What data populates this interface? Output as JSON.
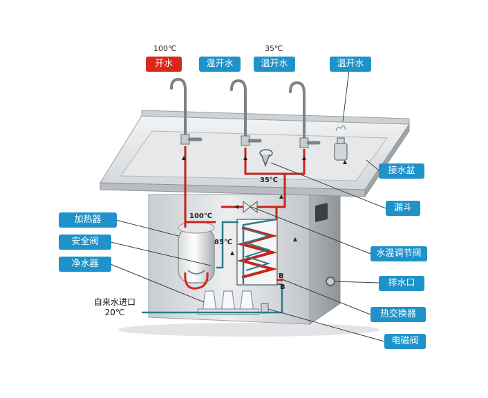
{
  "colors": {
    "label_blue": "#1e92c9",
    "label_red": "#d8281c",
    "hot_pipe": "#c8221a",
    "cold_pipe": "#2a7d8c"
  },
  "top": {
    "temp_hot": "100℃",
    "temp_warm": "35℃",
    "hot_water": "开水",
    "warm_water_1": "温开水",
    "warm_water_2": "温开水",
    "warm_water_3": "温开水"
  },
  "left_labels": {
    "heater": "加热器",
    "safety_valve": "安全阀",
    "purifier": "净水器"
  },
  "right_labels": {
    "basin": "接水盆",
    "funnel": "漏斗",
    "mixing_valve": "水温调节阀",
    "drain": "排水口",
    "heat_exchanger": "热交换器",
    "solenoid_valve": "电磁阀"
  },
  "inline": {
    "t100": "100℃",
    "t85": "85℃",
    "t35": "35℃",
    "b1": "B",
    "b2": "B"
  },
  "inlet": {
    "line1": "自来水进口",
    "line2": "20℃"
  }
}
